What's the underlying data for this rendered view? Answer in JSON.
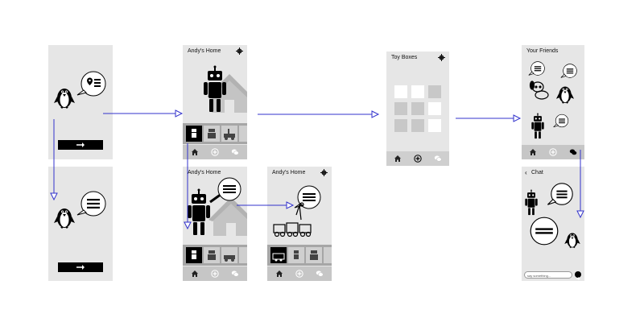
{
  "screens": {
    "home": {
      "title": "Andy's Home"
    },
    "home_talk": {
      "title": "Andy's Home"
    },
    "home_toys": {
      "title": "Andy's Home"
    },
    "toy_boxes": {
      "title": "Toy Boxes"
    },
    "friends": {
      "title": "Your Friends"
    },
    "chat": {
      "title": "Chat",
      "input_placeholder": "say something..."
    }
  },
  "icons": [
    "penguin-icon",
    "robot-icon",
    "house-icon",
    "speech-bubble-icon",
    "location-pin-icon",
    "list-icon",
    "arrow-right-icon",
    "gear-icon",
    "home-icon",
    "plus-icon",
    "chat-icon",
    "dog-icon",
    "toy-train-icon",
    "giraffe-icon",
    "send-icon"
  ],
  "colors": {
    "arrow": "#3333cc",
    "screen_bg": "#e6e6e6",
    "nav_bg": "#c6c6c6",
    "strip_bg": "#a6a6a6"
  },
  "toy_box_grid": [
    "#ffffff",
    "#ffffff",
    "#c8c8c8",
    "#c8c8c8",
    "#c8c8c8",
    "#ffffff",
    "#c8c8c8",
    "#c8c8c8",
    "#ffffff"
  ]
}
